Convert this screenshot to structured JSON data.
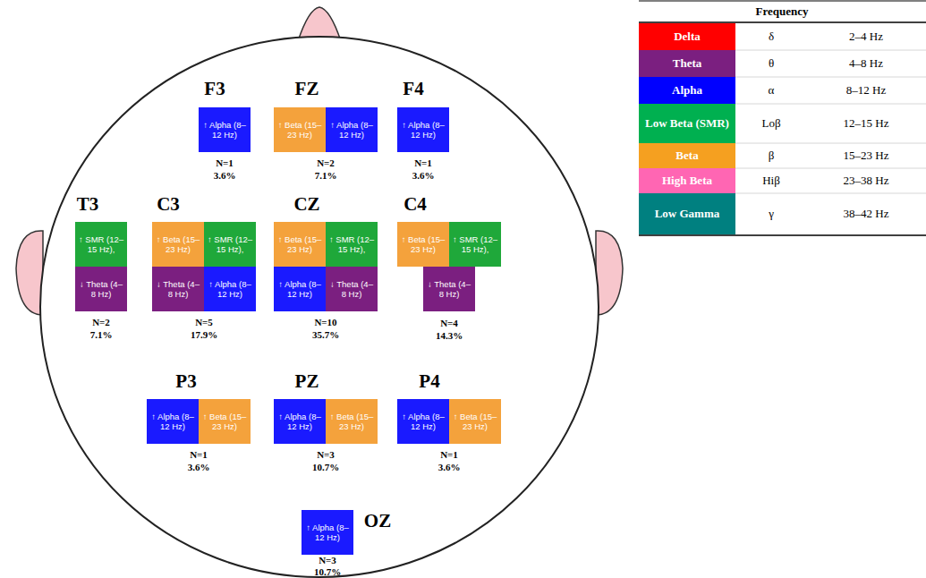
{
  "diagram": {
    "nodes": [
      {
        "text": [
          "↑ Alpha (8–12 Hz)"
        ]
      },
      {
        "text": [
          "↑ Beta (15–23 Hz)"
        ]
      },
      {
        "text": [
          "↑ Alpha (8–12 Hz)"
        ]
      },
      {
        "text": [
          "↑ Alpha (8–12 Hz)"
        ]
      },
      {
        "text": [
          "↑ SMR (12–15 Hz),"
        ]
      },
      {
        "text": [
          "↓ Theta (4–8 Hz)"
        ]
      },
      {
        "text": [
          "↑ Beta (15–23 Hz)"
        ]
      },
      {
        "text": [
          "↑ SMR (12–15 Hz),"
        ]
      },
      {
        "text": [
          "↓ Theta (4–8 Hz)"
        ]
      },
      {
        "text": [
          "↑ Alpha (8–12 Hz)"
        ]
      },
      {
        "text": [
          "↑ Beta (15–23 Hz)"
        ]
      },
      {
        "text": [
          "↑ SMR (12–15 Hz),"
        ]
      },
      {
        "text": [
          "↑ Alpha (8–12 Hz)"
        ]
      },
      {
        "text": [
          "↓ Theta (4–8 Hz)"
        ]
      },
      {
        "text": [
          "↑ Beta (15–23 Hz)"
        ]
      },
      {
        "text": [
          "↑ SMR (12–15 Hz),"
        ]
      },
      {
        "text": [
          "↓ Theta (4–8 Hz)"
        ]
      },
      {
        "text": [
          "↑ Alpha (8–12 Hz)"
        ]
      },
      {
        "text": [
          "↑ Beta (15–23 Hz)"
        ]
      },
      {
        "text": [
          "↑ Alpha (8–12 Hz)"
        ]
      },
      {
        "text": [
          "↑ Beta (15–23 Hz)"
        ]
      },
      {
        "text": [
          "↑ Alpha (8–12 Hz)"
        ]
      },
      {
        "text": [
          "↑ Beta (15–23 Hz)"
        ]
      },
      {
        "text": [
          "↑ Alpha (8–12 Hz)"
        ]
      }
    ],
    "labels": [
      "Frequency",
      "δ",
      "2–4 Hz",
      "θ",
      "4–8 Hz",
      "α",
      "8–12 Hz",
      "Loβ",
      "12–15 Hz",
      "β",
      "15–23 Hz",
      "Hiβ",
      "23–38 Hz",
      "γ",
      "38–42 Hz",
      "F3",
      "N=1",
      "3.6%",
      "FZ",
      "N=2",
      "7.1%",
      "F4",
      "N=1",
      "3.6%",
      "T3",
      "N=2",
      "7.1%",
      "C3",
      "N=5",
      "17.9%",
      "CZ",
      "N=10",
      "35.7%",
      "C4",
      "N=4",
      "14.3%",
      "P3",
      "N=1",
      "3.6%",
      "PZ",
      "N=3",
      "10.7%",
      "P4",
      "N=1",
      "3.6%",
      "OZ",
      "N=3",
      "10.7%"
    ],
    "legend": [
      {
        "text": "Delta",
        "color": "#ff0000"
      },
      {
        "text": "Theta",
        "color": "#7b1f80"
      },
      {
        "text": "Alpha",
        "color": "#0000ff"
      },
      {
        "text": "Low Beta (SMR)",
        "color": "#00b050"
      },
      {
        "text": "Beta",
        "color": "#f5a020"
      },
      {
        "text": "High Beta",
        "color": "#ff66b3"
      },
      {
        "text": "Low Gamma",
        "color": "#008080"
      }
    ]
  }
}
